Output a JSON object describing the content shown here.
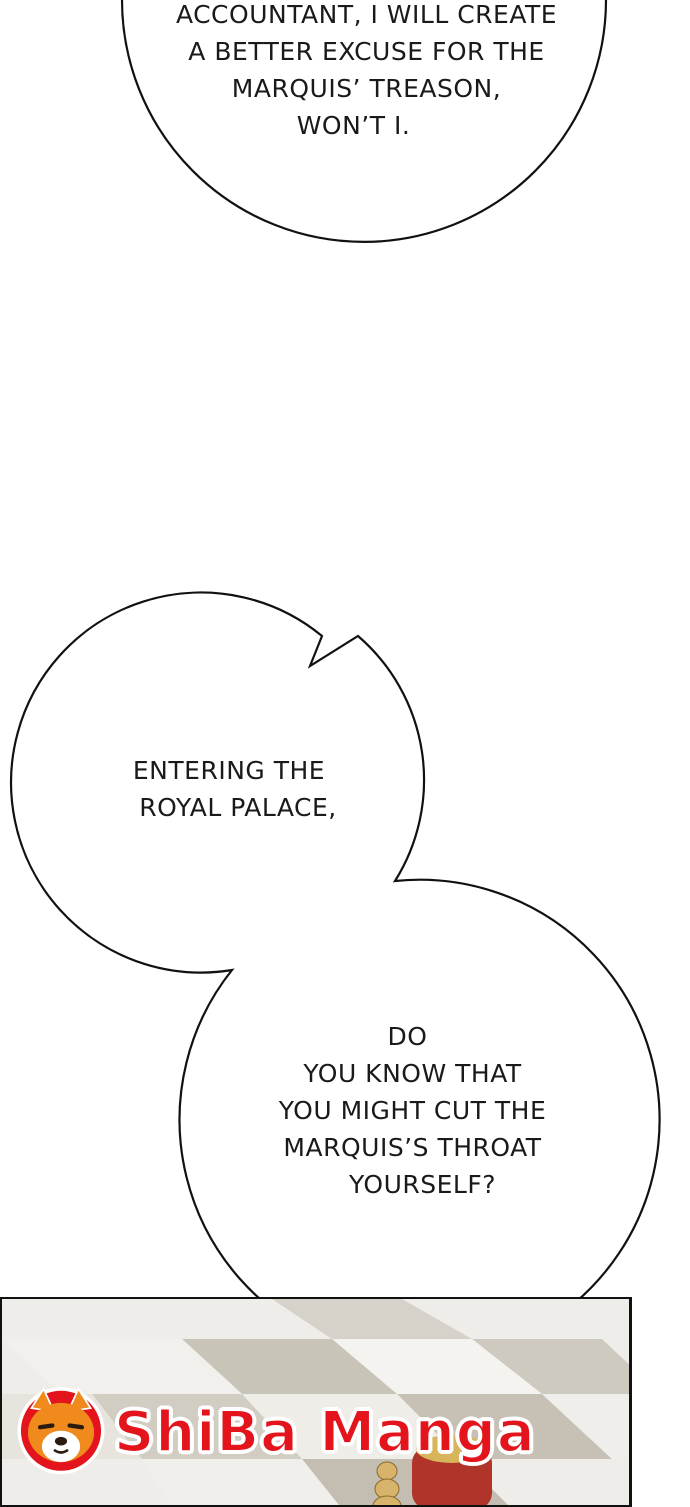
{
  "bubbles": [
    {
      "lines": [
        "ACCOUNTANT, I WILL CREATE",
        "A BETTER EXCUSE FOR THE",
        "MARQUIS’ TREASON,",
        "WON’T I."
      ]
    },
    {
      "lines": [
        "ENTERING THE",
        "ROYAL PALACE,"
      ]
    },
    {
      "lines": [
        "DO",
        "YOU KNOW THAT",
        "YOU MIGHT CUT THE",
        "MARQUIS’S THROAT",
        "YOURSELF?"
      ]
    }
  ],
  "watermark": {
    "text": "ShiBa Manga",
    "icon": "shiba-dog-icon",
    "colors": {
      "text": "#e3141b",
      "badge": "#e3141b",
      "dog": "#f08a1c"
    }
  },
  "panel": {
    "colors": {
      "floor_light": "#f3f2ee",
      "floor_dark": "#c9c4b8",
      "figure": "#b0342a"
    }
  }
}
